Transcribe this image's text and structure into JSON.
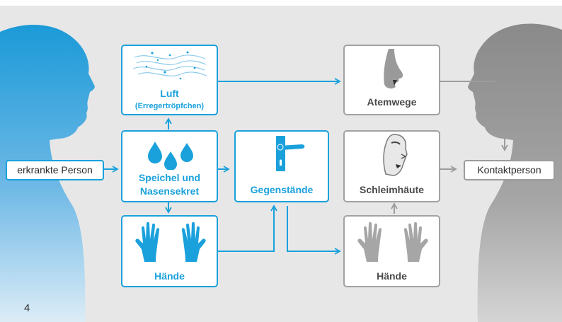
{
  "sick_person": "erkrankte Person",
  "contact_person": "Kontaktperson",
  "page_number": "4",
  "nodes": {
    "air": {
      "title": "Luft",
      "subtitle": "(Erregertröpfchen)"
    },
    "saliva": {
      "line1": "Speichel und",
      "line2": "Nasensekret"
    },
    "hands_sick": "Hände",
    "objects": "Gegenstände",
    "airways": "Atemwege",
    "mucosa": "Schleimhäute",
    "hands_contact": "Hände"
  },
  "icons": {
    "air": "air-droplets-icon",
    "saliva": "droplets-icon",
    "hands_sick": "hands-icon",
    "objects": "door-handle-icon",
    "airways": "nose-profile-icon",
    "mucosa": "face-profile-icon",
    "hands_contact": "hands-icon"
  },
  "colors": {
    "blue": "#1aa1dc",
    "grey": "#a2a2a2",
    "background": "#e7e7e7"
  }
}
